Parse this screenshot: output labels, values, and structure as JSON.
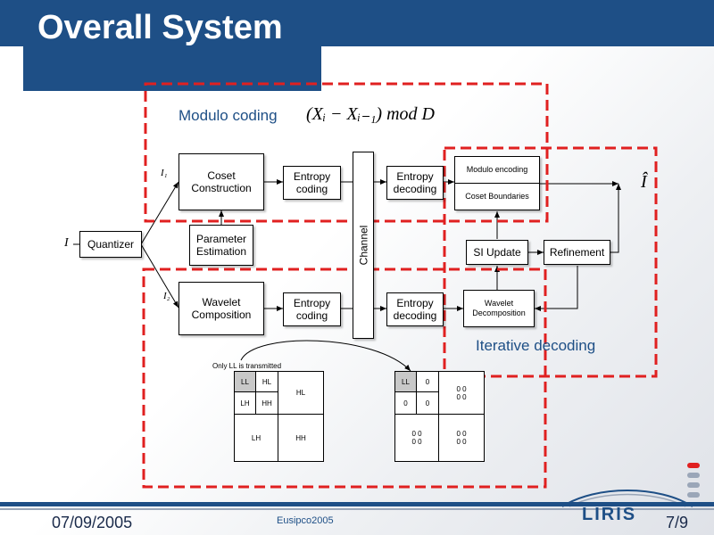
{
  "slide": {
    "title": "Overall System",
    "date": "07/09/2005",
    "conference": "Eusipco2005",
    "page": "7/9",
    "logo_text": "LIRIS",
    "colors": {
      "accent": "#1e4f86",
      "dash": "#e02020"
    }
  },
  "diagram": {
    "label_modulo": "Modulo coding",
    "formula": "(Xᵢ − Xᵢ₋₁) mod D",
    "label_iterative": "Iterative decoding",
    "input": "I",
    "output": "Î",
    "i1": "I₁",
    "i2": "I₂",
    "quantizer": "Quantizer",
    "coset": "Coset Construction",
    "param": "Parameter Estimation",
    "entropy_coding_top": "Entropy coding",
    "entropy_coding_bottom": "Entropy coding",
    "channel": "Channel",
    "entropy_decoding_top": "Entropy decoding",
    "entropy_decoding_bottom": "Entropy decoding",
    "modulo_encoding": "Modulo encoding",
    "coset_boundaries": "Coset Boundaries",
    "si_update": "SI Update",
    "refinement": "Refinement",
    "wavelet_composition": "Wavelet Composition",
    "wavelet_decomposition": "Wavelet Decomposition",
    "only_ll": "Only LL is transmitted",
    "left_grid": {
      "ll": "LL",
      "hl_small": "HL",
      "lh_small": "LH",
      "hh_small": "HH",
      "hl_big": "HL",
      "lh_big": "LH",
      "hh_big": "HH"
    },
    "right_grid": {
      "ll": "LL",
      "z1": "0",
      "z2": "0",
      "z3": "0",
      "q_tr": "0 0\n0 0",
      "q_bl": "0 0\n0 0",
      "q_br": "0 0\n0 0"
    }
  }
}
